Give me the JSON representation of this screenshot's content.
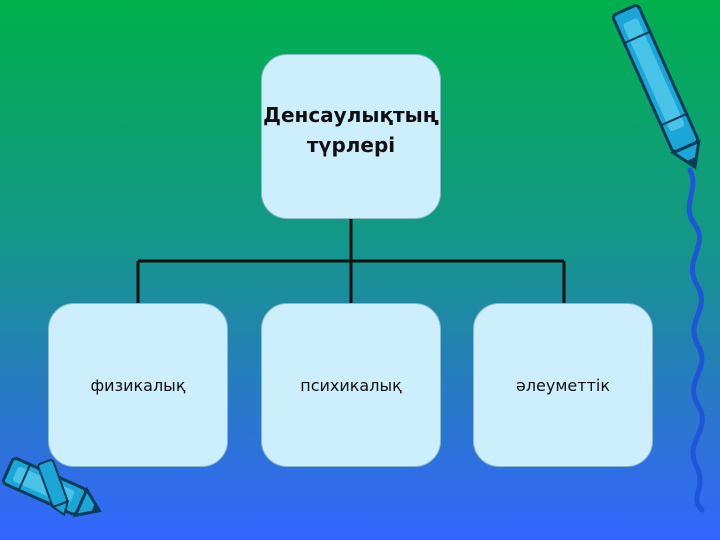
{
  "root": {
    "label_line1": "Денсаулықтың",
    "label_line2": "түрлері"
  },
  "children": [
    {
      "label": "физикалық"
    },
    {
      "label": "психикалық"
    },
    {
      "label": "әлеуметтік"
    }
  ],
  "colors": {
    "bg_top": "#00b04c",
    "bg_bottom": "#3366ff",
    "node_fill": "#cdeefc",
    "connector": "#101010",
    "crayon": "#1aa6d6"
  },
  "icons": [
    "crayon-top-right",
    "crayon-bottom-left",
    "squiggle-decoration"
  ]
}
